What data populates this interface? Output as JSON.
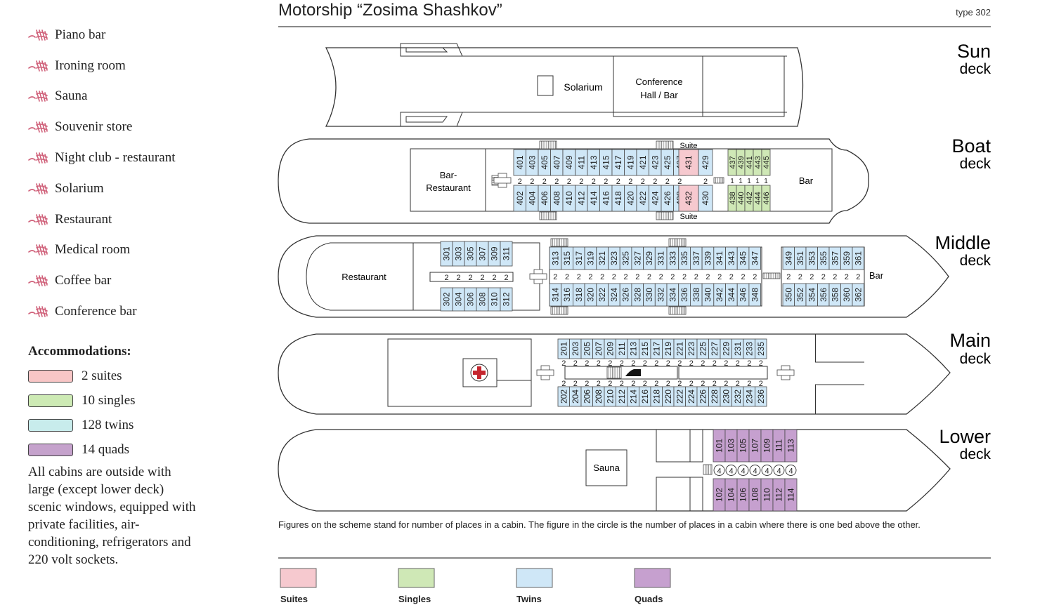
{
  "header": {
    "title": "Motorship “Zosima Shashkov”",
    "type_label": "type 302"
  },
  "amenities": [
    "Piano bar",
    "Ironing room",
    "Sauna",
    "Souvenir store",
    "Night club - restaurant",
    "Solarium",
    "Restaurant",
    "Medical room",
    "Coffee bar",
    "Conference bar"
  ],
  "accommodations": {
    "title": "Accommodations:",
    "items": [
      {
        "label": "2 suites",
        "color": "#f8c6c6"
      },
      {
        "label": "10 singles",
        "color": "#cdeab4"
      },
      {
        "label": "128 twins",
        "color": "#c8ecec"
      },
      {
        "label": "14 quads",
        "color": "#c5a2cc"
      }
    ],
    "note": "All cabins are outside with large (except lower deck) scenic windows, equipped with private facilities, air-conditioning, refrigerators and 220 volt sockets."
  },
  "colors": {
    "suite": "#f6c9cf",
    "single": "#cfe8b6",
    "twin": "#cfe7f7",
    "quad": "#c6a0cf",
    "ornament": "#d0617a",
    "line": "#333333"
  },
  "decks": {
    "sun": {
      "name": "Sun",
      "word": "deck",
      "rooms": {
        "solarium": "Solarium",
        "conference": [
          "Conference",
          "Hall / Bar"
        ]
      }
    },
    "boat": {
      "name": "Boat",
      "word": "deck",
      "rooms": {
        "bar_restaurant": [
          "Bar-",
          "Restaurant"
        ],
        "bar": "Bar",
        "suite_top": "Suite",
        "suite_bottom": "Suite"
      },
      "top_twins": [
        "401",
        "403",
        "405",
        "407",
        "409",
        "411",
        "413",
        "415",
        "417",
        "419",
        "421",
        "423",
        "425",
        "427"
      ],
      "bottom_twins": [
        "402",
        "404",
        "406",
        "408",
        "410",
        "412",
        "414",
        "416",
        "418",
        "420",
        "422",
        "424",
        "426",
        "428"
      ],
      "suites": [
        "431",
        "432"
      ],
      "extra_twin_top": "429",
      "extra_twin_bottom": "430",
      "top_singles": [
        "437",
        "439",
        "441",
        "443",
        "445"
      ],
      "bottom_singles": [
        "438",
        "440",
        "442",
        "444",
        "446"
      ]
    },
    "middle": {
      "name": "Middle",
      "word": "deck",
      "rooms": {
        "restaurant": "Restaurant",
        "bar": "Bar"
      },
      "fwd_top": [
        "301",
        "303",
        "305",
        "307",
        "309",
        "311"
      ],
      "fwd_bottom": [
        "302",
        "304",
        "306",
        "308",
        "310",
        "312"
      ],
      "mid_top": [
        "313",
        "315",
        "317",
        "319",
        "321",
        "323",
        "325",
        "327",
        "329",
        "331",
        "333",
        "335",
        "337",
        "339",
        "341",
        "343",
        "345",
        "347"
      ],
      "mid_bottom": [
        "314",
        "316",
        "318",
        "320",
        "322",
        "324",
        "326",
        "328",
        "330",
        "332",
        "334",
        "336",
        "338",
        "340",
        "342",
        "344",
        "346",
        "348"
      ],
      "aft_top": [
        "349",
        "351",
        "353",
        "355",
        "357",
        "359",
        "361"
      ],
      "aft_bottom": [
        "350",
        "352",
        "354",
        "356",
        "358",
        "360",
        "362"
      ]
    },
    "main": {
      "name": "Main",
      "word": "deck",
      "top": [
        "201",
        "203",
        "205",
        "207",
        "209",
        "211",
        "213",
        "215",
        "217",
        "219",
        "221",
        "223",
        "225",
        "227",
        "229",
        "231",
        "233",
        "235"
      ],
      "bottom": [
        "202",
        "204",
        "206",
        "208",
        "210",
        "212",
        "214",
        "216",
        "218",
        "220",
        "222",
        "224",
        "226",
        "228",
        "230",
        "232",
        "234",
        "236"
      ]
    },
    "lower": {
      "name": "Lower",
      "word": "deck",
      "rooms": {
        "sauna": "Sauna"
      },
      "top": [
        "101",
        "103",
        "105",
        "107",
        "109",
        "111",
        "113"
      ],
      "bottom": [
        "102",
        "104",
        "106",
        "108",
        "110",
        "112",
        "114"
      ]
    }
  },
  "berths": {
    "twin": "2",
    "single": "1",
    "quad": "4"
  },
  "footnote": "Figures on the scheme stand for number of places in a cabin. The figure in the circle is the number of places in a cabin where there is one bed above the other.",
  "legend": [
    {
      "label": "Suites",
      "color": "#f6c9cf"
    },
    {
      "label": "Singles",
      "color": "#cfe8b6"
    },
    {
      "label": "Twins",
      "color": "#cfe7f7"
    },
    {
      "label": "Quads",
      "color": "#c6a0cf"
    }
  ]
}
